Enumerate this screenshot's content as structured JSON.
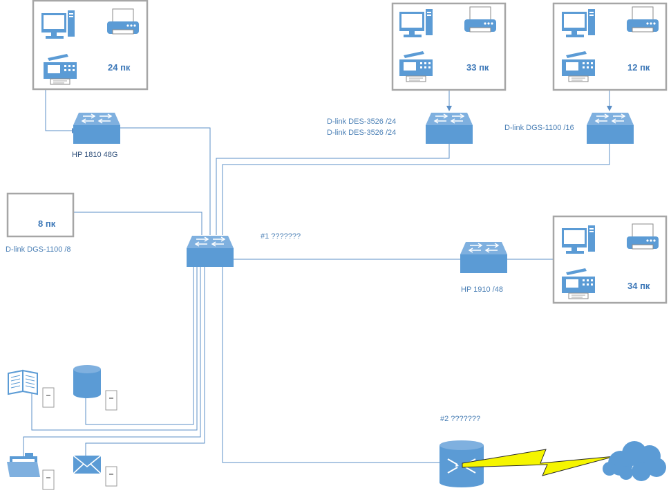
{
  "groups": {
    "g24": {
      "count": "24 пк"
    },
    "g33": {
      "count": "33 пк"
    },
    "g12": {
      "count": "12 пк"
    },
    "g8": {
      "count": "8 пк"
    },
    "g34": {
      "count": "34 пк"
    }
  },
  "switches": {
    "hp1810": {
      "label": "HP 1810 48G"
    },
    "des3526": {
      "label_line1": "D-link DES-3526 /24",
      "label_line2": "D-link DES-3526 /24"
    },
    "dgs1100_16": {
      "label": "D-link DGS-1100 /16"
    },
    "dgs1100_8": {
      "label": "D-link DGS-1100 /8"
    },
    "hp1910": {
      "label": "HP 1910 /48"
    },
    "core": {
      "note": "#1 ???????"
    }
  },
  "router": {
    "note": "#2 ???????"
  },
  "colors": {
    "device_blue": "#5b9bd5",
    "line_blue": "#5b8fc7",
    "box_border": "#a6a6a6",
    "lightning_fill": "#f5f500"
  }
}
